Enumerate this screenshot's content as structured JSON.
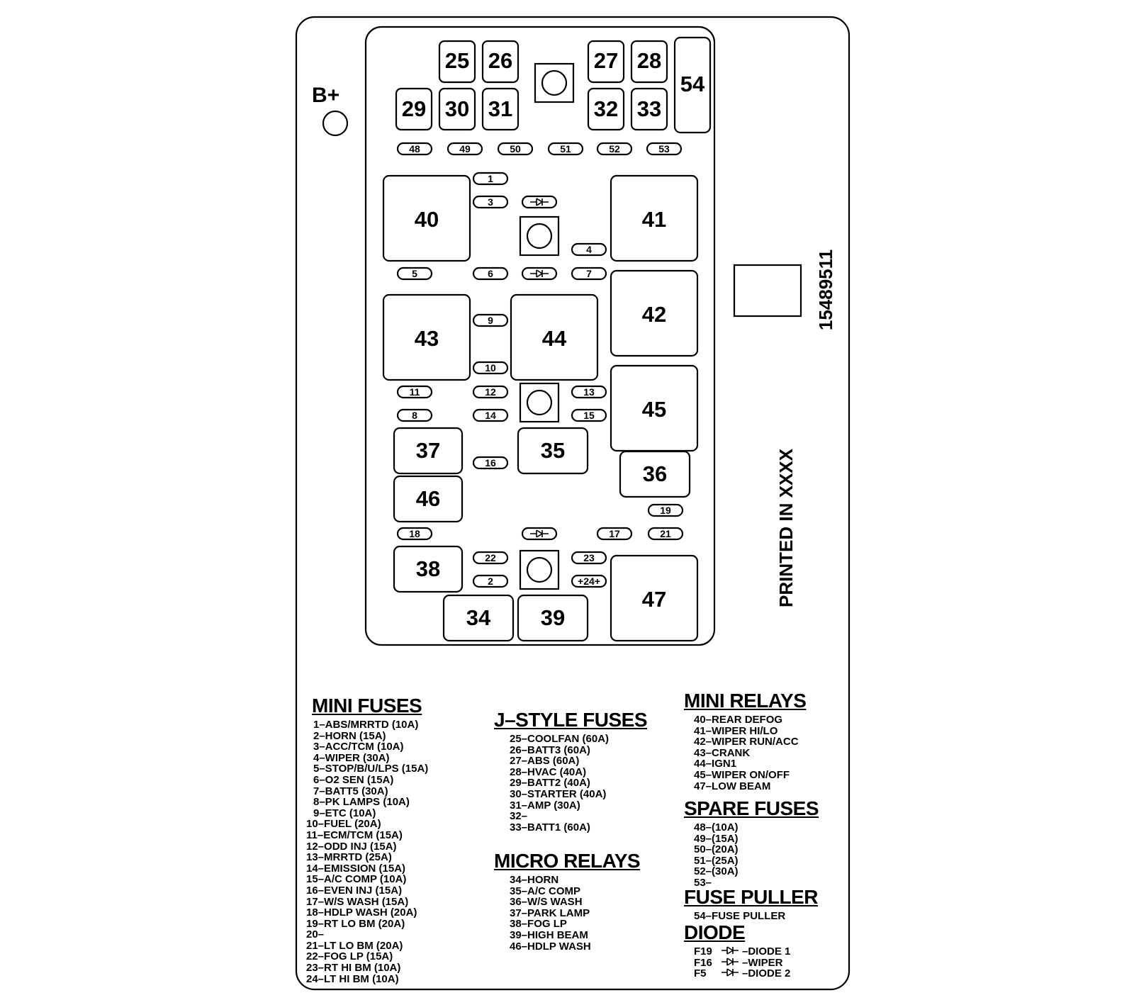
{
  "b_plus": "B+",
  "part_number": "15489511",
  "printed": "PRINTED IN XXXX",
  "large_slots": [
    {
      "n": "25"
    },
    {
      "n": "26"
    },
    {
      "n": "27"
    },
    {
      "n": "28"
    },
    {
      "n": "54"
    },
    {
      "n": "29"
    },
    {
      "n": "30"
    },
    {
      "n": "31"
    },
    {
      "n": "32"
    },
    {
      "n": "33"
    },
    {
      "n": "40"
    },
    {
      "n": "41"
    },
    {
      "n": "42"
    },
    {
      "n": "43"
    },
    {
      "n": "44"
    },
    {
      "n": "45"
    },
    {
      "n": "37"
    },
    {
      "n": "35"
    },
    {
      "n": "36"
    },
    {
      "n": "46"
    },
    {
      "n": "38"
    },
    {
      "n": "34"
    },
    {
      "n": "39"
    },
    {
      "n": "47"
    }
  ],
  "mini_slots": [
    {
      "n": "48"
    },
    {
      "n": "49"
    },
    {
      "n": "50"
    },
    {
      "n": "51"
    },
    {
      "n": "52"
    },
    {
      "n": "53"
    },
    {
      "n": "1"
    },
    {
      "n": "3"
    },
    {
      "n": "4"
    },
    {
      "n": "5"
    },
    {
      "n": "6"
    },
    {
      "n": "7"
    },
    {
      "n": "9"
    },
    {
      "n": "10"
    },
    {
      "n": "11"
    },
    {
      "n": "12"
    },
    {
      "n": "13"
    },
    {
      "n": "8"
    },
    {
      "n": "14"
    },
    {
      "n": "15"
    },
    {
      "n": "16"
    },
    {
      "n": "19"
    },
    {
      "n": "18"
    },
    {
      "n": "17"
    },
    {
      "n": "21"
    },
    {
      "n": "22"
    },
    {
      "n": "23"
    },
    {
      "n": "2"
    },
    {
      "n": "+24+"
    }
  ],
  "legend": {
    "mini_fuses": {
      "title": "MINI FUSES",
      "items": [
        "1–ABS/MRRTD (10A)",
        "2–HORN (15A)",
        "3–ACC/TCM (10A)",
        "4–WIPER (30A)",
        "5–STOP/B/U/LPS (15A)",
        "6–O2 SEN (15A)",
        "7–BATT5 (30A)",
        "8–PK LAMPS (10A)",
        "9–ETC (10A)",
        "10–FUEL (20A)",
        "11–ECM/TCM (15A)",
        "12–ODD INJ (15A)",
        "13–MRRTD (25A)",
        "14–EMISSION (15A)",
        "15–A/C COMP (10A)",
        "16–EVEN INJ (15A)",
        "17–W/S WASH (15A)",
        "18–HDLP WASH (20A)",
        "19–RT LO BM (20A)",
        "20–",
        "21–LT LO BM (20A)",
        "22–FOG LP (15A)",
        "23–RT HI BM (10A)",
        "24–LT HI BM (10A)"
      ]
    },
    "j_style": {
      "title": "J–STYLE FUSES",
      "items": [
        "25–COOLFAN (60A)",
        "26–BATT3 (60A)",
        "27–ABS (60A)",
        "28–HVAC (40A)",
        "29–BATT2 (40A)",
        "30–STARTER (40A)",
        "31–AMP (30A)",
        "32–",
        "33–BATT1 (60A)"
      ]
    },
    "micro_relays": {
      "title": "MICRO RELAYS",
      "items": [
        "34–HORN",
        "35–A/C COMP",
        "36–W/S WASH",
        "37–PARK LAMP",
        "38–FOG LP",
        "39–HIGH BEAM",
        "46–HDLP WASH"
      ]
    },
    "mini_relays": {
      "title": "MINI RELAYS",
      "items": [
        "40–REAR DEFOG",
        "41–WIPER HI/LO",
        "42–WIPER RUN/ACC",
        "43–CRANK",
        "44–IGN1",
        "45–WIPER ON/OFF",
        "47–LOW BEAM"
      ]
    },
    "spare_fuses": {
      "title": "SPARE FUSES",
      "items": [
        "48–(10A)",
        "49–(15A)",
        "50–(20A)",
        "51–(25A)",
        "52–(30A)",
        "53–"
      ]
    },
    "fuse_puller": {
      "title": "FUSE PULLER",
      "items": [
        "54–FUSE PULLER"
      ]
    },
    "diode": {
      "title": "DIODE",
      "items": [
        {
          "pos": "F19",
          "name": "–DIODE 1"
        },
        {
          "pos": "F16",
          "name": "–WIPER"
        },
        {
          "pos": "F5",
          "name": "–DIODE 2"
        }
      ]
    }
  }
}
